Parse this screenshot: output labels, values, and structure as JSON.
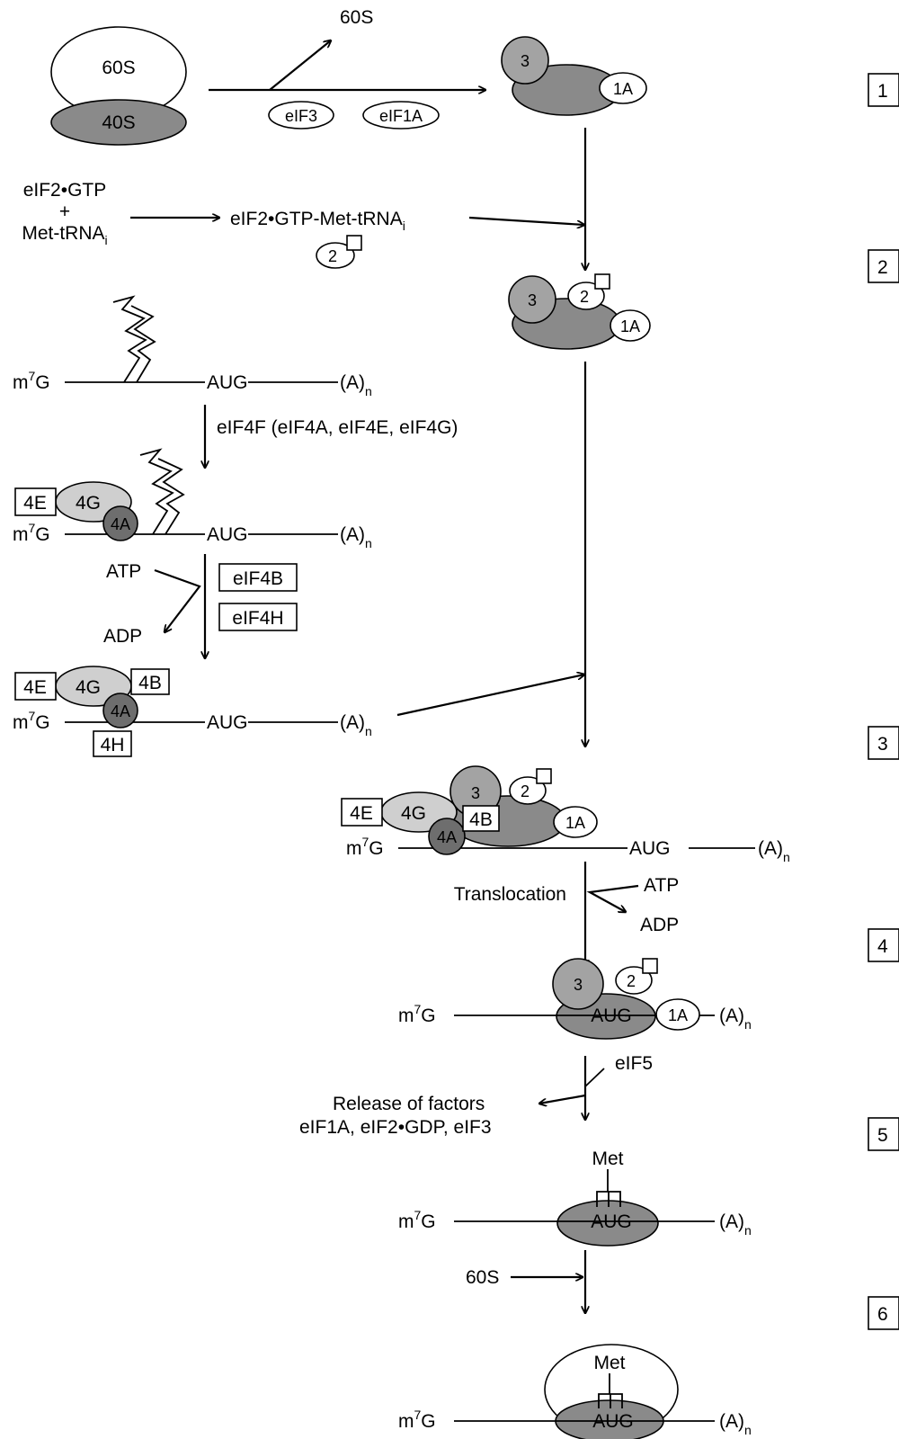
{
  "subunits": {
    "large": "60S",
    "small": "40S"
  },
  "factors": {
    "eIF3": "eIF3",
    "eIF1A": "eIF1A"
  },
  "released_60s": "60S",
  "circle_labels": {
    "f3": "3",
    "f1a": "1A",
    "f2": "2",
    "f4e": "4E",
    "f4g": "4G",
    "f4a": "4A",
    "f4b": "4B",
    "f4h": "4H"
  },
  "ternary": {
    "line1": "eIF2•GTP",
    "plus": "+",
    "line2": "Met-tRNA",
    "line2_sub": "i",
    "complex": "eIF2•GTP-Met-tRNA",
    "complex_sub": "i"
  },
  "mrna": {
    "cap": "m",
    "cap_sup": "7",
    "cap_end": "G",
    "start": "AUG",
    "tail": "(A)",
    "tail_sub": "n"
  },
  "eif4f_label": "eIF4F (eIF4A, eIF4E, eIF4G)",
  "helicase": {
    "atp": "ATP",
    "adp": "ADP",
    "eif4b": "eIF4B",
    "eif4h": "eIF4H"
  },
  "translocation": {
    "label": "Translocation",
    "atp": "ATP",
    "adp": "ADP"
  },
  "eif5": "eIF5",
  "release": {
    "line1": "Release of factors",
    "line2": "eIF1A, eIF2•GDP, eIF3"
  },
  "met": "Met",
  "joining_60s": "60S",
  "steps": [
    "1",
    "2",
    "3",
    "4",
    "5",
    "6"
  ],
  "colors": {
    "dark": "#8a8a8a",
    "darker": "#6e6e6e",
    "mid": "#a3a3a3",
    "light": "#cfcfcf"
  }
}
